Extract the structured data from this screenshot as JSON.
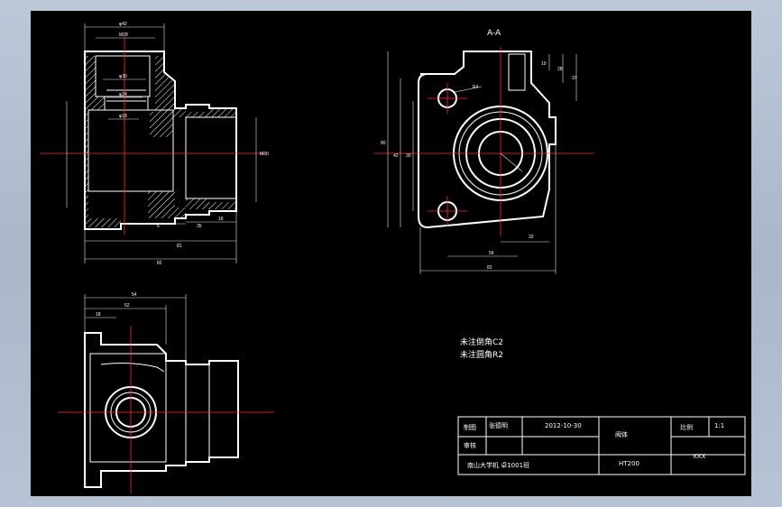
{
  "section_label": "A-A",
  "notes": [
    "未注倒角C2",
    "未注圆角R2"
  ],
  "dimensions": {
    "top_left": [
      "φ42",
      "M28",
      "φ30",
      "φ24",
      "φ18",
      "6",
      "35",
      "18",
      "81",
      "82",
      "M30"
    ],
    "right_view": [
      "R4",
      "10",
      "28",
      "37",
      "80",
      "42",
      "30",
      "32",
      "56",
      "82"
    ],
    "bottom_view": [
      "54",
      "52",
      "18"
    ]
  },
  "title_block": {
    "drawn_label": "制图",
    "drawer": "张德明",
    "date": "2012-10-30",
    "part_name": "阀体",
    "scale_label": "比例",
    "scale_value": "1:1",
    "check_label": "审核",
    "school": "南山大学机 卓1001班",
    "material": "HT200",
    "drawing_no": "XXX"
  }
}
